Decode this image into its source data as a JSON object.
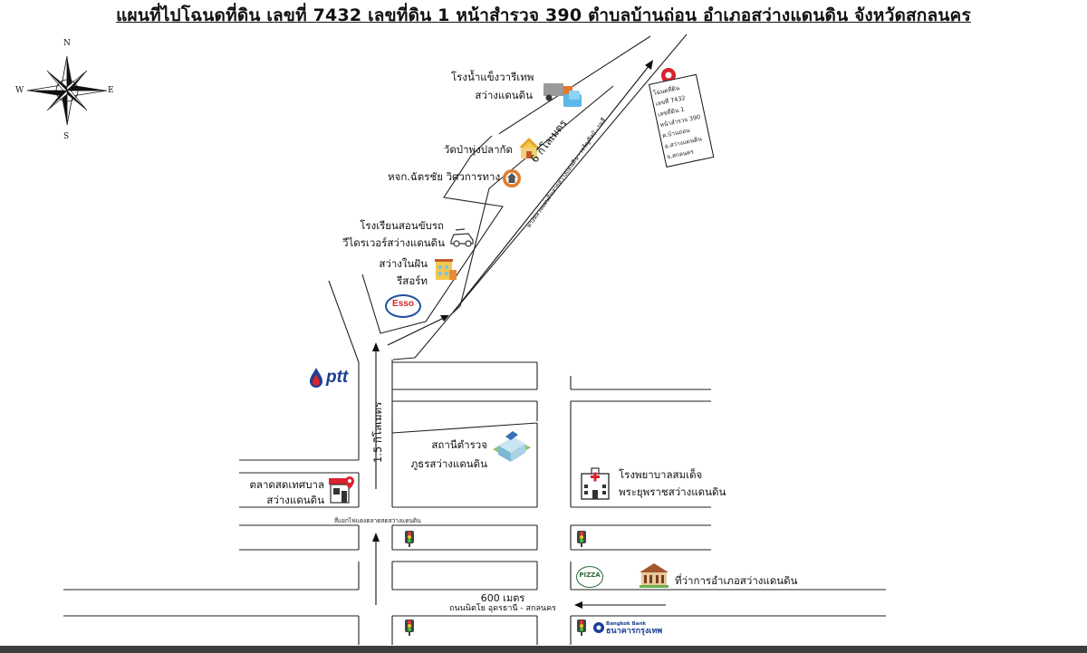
{
  "title": "แผนที่ไปโฉนดที่ดิน เลขที่ 7432 เลขที่ดิน 1 หน้าสำรวจ 390 ตำบลบ้านถ่อน อำเภอสว่างแดนดิน จังหวัดสกลนคร",
  "compass": {
    "n": "N",
    "s": "S",
    "e": "E",
    "w": "W"
  },
  "landmarks": {
    "ice_factory": [
      "โรงน้ำแข็งวารีเทพ",
      "สว่างแดนดิน"
    ],
    "temple": "วัดป่าพุ่งปลากัด",
    "engineering": "หจก.ฉัตรชัย วิศวการทาง",
    "driving_school": [
      "โรงเรียนสอนขับรถ",
      "วีไดรเวอร์สว่างแดนดิน"
    ],
    "resort": [
      "สว่างในฝัน",
      "รีสอร์ท"
    ],
    "esso": "Esso",
    "ptt": "ptt",
    "police": [
      "สถานีตำรวจ",
      "ภูธรสว่างแดนดิน"
    ],
    "hospital": [
      "โรงพยาบาลสมเด็จ",
      "พระยุพราชสว่างแดนดิน"
    ],
    "market": [
      "ตลาดสดเทศบาล",
      "สว่างแดนดิน"
    ],
    "district_office": "ที่ว่าการอำเภอสว่างแดนดิน",
    "pizza": "PIZZA",
    "bank": [
      "Bangkok Bank",
      "ธนาคารกรุงเทพ"
    ]
  },
  "destination_box": [
    "โฉนดที่ดิน",
    "เลขที่ 7432",
    "เลขที่ดิน 1",
    "หน้าสำรวจ 390",
    "ต.บ้านถ่อน",
    "อ.สว่างแดนดิน",
    "จ.สกลนคร"
  ],
  "roads": {
    "diag_distance": "6 กิโลเมตร",
    "diag_name": "ทางหลวงแผ่นดินสายสว่างแดนดิน - เจริญศิลป์ - บะฮี",
    "vert_distance": "1.5 กิโลเมตร",
    "crossroad_label": "สี่แยกไฟแดงตลาดสดสว่างแดนดิน",
    "bottom_distance": "600 เมตร",
    "bottom_name": "ถนนนิตโย อุดรธานี - สกลนคร"
  },
  "colors": {
    "pin": "#d9232e",
    "road": "#222222",
    "arrow": "#111111",
    "ptt_blue": "#1b3f95",
    "esso_red": "#d7262c",
    "bottom_bar": "#3d3d3d"
  }
}
